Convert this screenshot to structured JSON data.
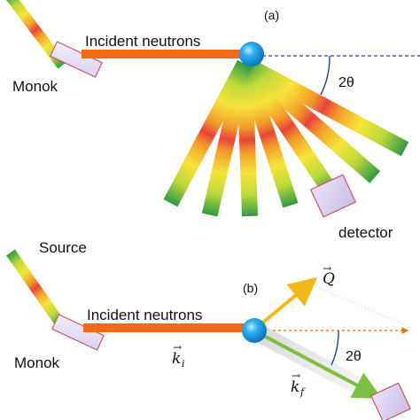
{
  "panel_a": {
    "label": "(a)",
    "incident_label": "Incident neutrons",
    "mono_label": "Monok",
    "angle_label": "2θ",
    "detector_label": "detector"
  },
  "panel_b": {
    "label": "(b)",
    "source_label": "Source",
    "incident_label": "Incident neutrons",
    "mono_label": "Monok",
    "angle_label": "2θ",
    "q_symbol": "Q",
    "ki_symbol": "k",
    "ki_sub": "i",
    "kf_symbol": "k",
    "kf_sub": "f"
  },
  "colors": {
    "incident_beam": "#f36a12",
    "sample": "#1ea2e8",
    "q_vector": "#f2b817",
    "kf_vector": "#7ac142",
    "dashed_line": "#2b3f8a",
    "monochromator": "#e9e4f7",
    "mono_border": "#d0536b"
  }
}
